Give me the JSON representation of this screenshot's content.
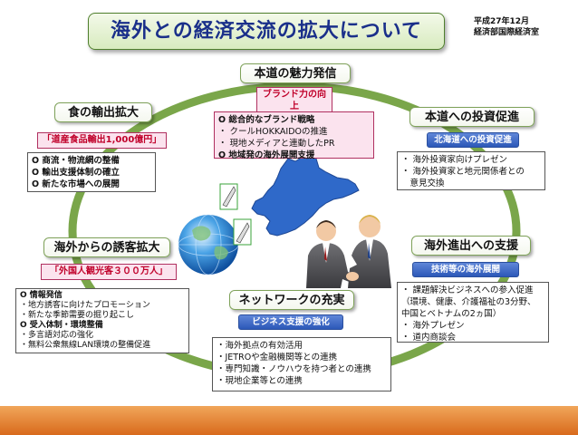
{
  "title": "海外との経済交流の拡大について",
  "date_line": "平成27年12月",
  "dept_line": "経済部国際経済室",
  "sections": {
    "attract": {
      "heading": "本道の魅力発信",
      "tag": "ブランド力の向上",
      "tag_line1": "ブランド力の向",
      "tag_line2": "上",
      "items": [
        "O 総合的なブランド戦略",
        "・ クールHOKKAIDOの推進",
        "・ 現地メディアと連動したPR",
        "O 地域発の海外展開支援"
      ]
    },
    "food": {
      "heading": "食の輸出拡大",
      "tag": "「道産食品輸出1,000億円」",
      "items": [
        "O 商流・物流網の整備",
        "O 輸出支援体制の確立",
        "O 新たな市場への展開"
      ]
    },
    "invest": {
      "heading": "本道への投資促進",
      "tag": "北海道への投資促進",
      "items": [
        "・ 海外投資家向けプレゼン",
        "・ 海外投資家と地元関係者との",
        "　意見交換"
      ]
    },
    "tourism": {
      "heading": "海外からの誘客拡大",
      "tag": "「外国人観光客３００万人」",
      "items": [
        "O 情報発信",
        "・地方誘客に向けたプロモーション",
        "・新たな季節需要の掘り起こし",
        "O 受入体制・環境整備",
        "・多言語対応の強化",
        "・無料公衆無線LAN環境の整備促進"
      ]
    },
    "abroad": {
      "heading": "海外進出への支援",
      "tag": "技術等の海外展開",
      "items": [
        "・ 課題解決ビジネスへの参入促進",
        "（環境、健康、介護福祉の3分野、",
        "中国とベトナムの2ヵ国）",
        "・ 海外プレゼン",
        "・ 道内商談会"
      ]
    },
    "network": {
      "heading": "ネットワークの充実",
      "tag": "ビジネス支援の強化",
      "items": [
        "・海外拠点の有効活用",
        "・JETROや金融機関等との連携",
        "・専門知識・ノウハウを持つ者との連携",
        "・現地企業等との連携"
      ]
    }
  }
}
